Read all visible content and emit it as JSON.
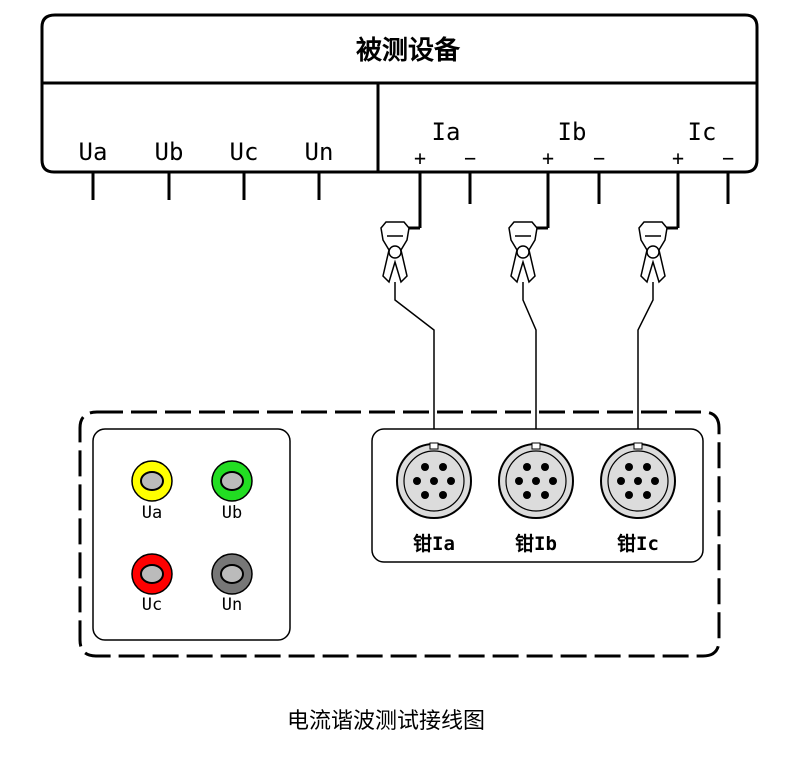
{
  "device_under_test": {
    "title": "被测设备",
    "voltage_terminals": [
      "Ua",
      "Ub",
      "Uc",
      "Un"
    ],
    "current_terminals": [
      {
        "label": "Ia",
        "plus": "+",
        "minus": "−"
      },
      {
        "label": "Ib",
        "plus": "+",
        "minus": "−"
      },
      {
        "label": "Ic",
        "plus": "+",
        "minus": "−"
      }
    ]
  },
  "instrument": {
    "voltage_jacks": [
      {
        "label": "Ua",
        "color": "#ffff00"
      },
      {
        "label": "Ub",
        "color": "#22dd22"
      },
      {
        "label": "Uc",
        "color": "#ff0000"
      },
      {
        "label": "Un",
        "color": "#777777"
      }
    ],
    "clamp_sockets": [
      "钳Ia",
      "钳Ib",
      "钳Ic"
    ]
  },
  "caption": "电流谐波测试接线图",
  "colors": {
    "line": "#000000",
    "connector_fill": "#dcdcdc",
    "pin_fill": "#000000",
    "jack_inner": "#bbbbbb"
  }
}
